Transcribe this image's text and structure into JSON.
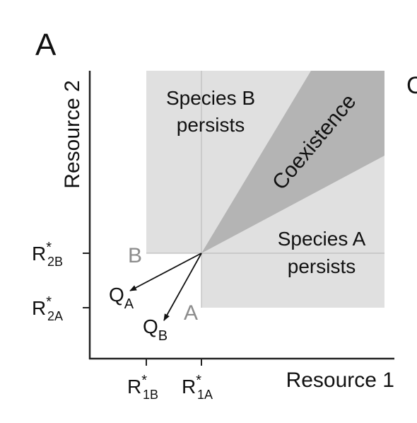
{
  "panel_label": "A",
  "clipped_letter": "C",
  "axes": {
    "x_title": "Resource 1",
    "y_title": "Resource 2"
  },
  "ticks": {
    "x": [
      {
        "base": "R",
        "sup": "*",
        "sub": "1B"
      },
      {
        "base": "R",
        "sup": "*",
        "sub": "1A"
      }
    ],
    "y": [
      {
        "base": "R",
        "sup": "*",
        "sub": "2B"
      },
      {
        "base": "R",
        "sup": "*",
        "sub": "2A"
      }
    ]
  },
  "regions": {
    "species_b": {
      "line1": "Species B",
      "line2": "persists"
    },
    "species_a": {
      "line1": "Species A",
      "line2": "persists"
    },
    "coexistence": "Coexistence"
  },
  "corner_labels": {
    "b": "B",
    "a": "A"
  },
  "vectors": {
    "qa": {
      "base": "Q",
      "sub": "A"
    },
    "qb": {
      "base": "Q",
      "sub": "B"
    }
  },
  "colors": {
    "light_region": "#e0e0e0",
    "coexistence_region": "#b4b4b4",
    "axis": "#222222",
    "grey_text": "#8c8c8c"
  }
}
